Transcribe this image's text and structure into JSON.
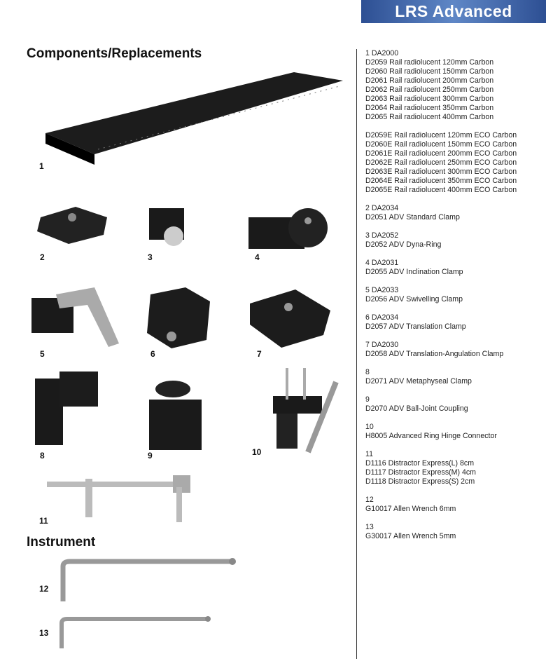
{
  "banner": "LRS Advanced",
  "headings": {
    "components": "Components/Replacements",
    "instrument": "Instrument"
  },
  "figures": [
    "1",
    "2",
    "3",
    "4",
    "5",
    "6",
    "7",
    "8",
    "9",
    "10",
    "11",
    "12",
    "13"
  ],
  "groups": [
    [
      "1 DA2000",
      "D2059 Rail radiolucent 120mm Carbon",
      "D2060 Rail radiolucent 150mm Carbon",
      "D2061 Rail radiolucent 200mm Carbon",
      "D2062 Rail radiolucent 250mm Carbon",
      "D2063 Rail radiolucent 300mm Carbon",
      "D2064 Rail radiolucent 350mm Carbon",
      "D2065 Rail radiolucent 400mm Carbon"
    ],
    [
      "D2059E Rail radiolucent 120mm ECO Carbon",
      "D2060E Rail radiolucent 150mm ECO Carbon",
      "D2061E Rail radiolucent 200mm ECO Carbon",
      "D2062E Rail radiolucent 250mm ECO Carbon",
      "D2063E Rail radiolucent 300mm ECO Carbon",
      "D2064E Rail radiolucent 350mm ECO Carbon",
      "D2065E Rail radiolucent 400mm ECO Carbon"
    ],
    [
      "2 DA2034",
      "D2051 ADV Standard Clamp"
    ],
    [
      "3 DA2052",
      "D2052 ADV Dyna-Ring"
    ],
    [
      "4 DA2031",
      "D2055 ADV Inclination Clamp"
    ],
    [
      "5 DA2033",
      "D2056 ADV Swivelling Clamp"
    ],
    [
      "6 DA2034",
      "D2057 ADV Translation Clamp"
    ],
    [
      "7 DA2030",
      "D2058 ADV Translation-Angulation Clamp"
    ],
    [
      "8",
      "D2071 ADV Metaphyseal Clamp"
    ],
    [
      "9",
      "D2070 ADV Ball-Joint Coupling"
    ],
    [
      "10",
      "H8005 Advanced Ring Hinge Connector"
    ],
    [
      "11",
      "D1116 Distractor Express(L) 8cm",
      "D1117 Distractor Express(M) 4cm",
      "D1118 Distractor Express(S) 2cm"
    ],
    [
      "12",
      "G10017 Allen Wrench 6mm"
    ],
    [
      "13",
      "G30017 Allen Wrench 5mm"
    ]
  ]
}
